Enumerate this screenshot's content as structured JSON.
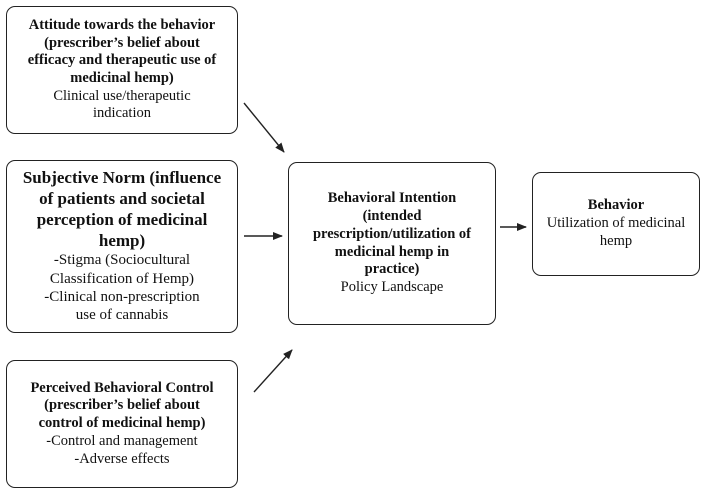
{
  "attitude": {
    "title_lines": [
      "Attitude towards the behavior",
      "(prescriber’s belief about",
      "efficacy and therapeutic use of",
      "medicinal hemp)"
    ],
    "body_lines": [
      "Clinical use/therapeutic",
      "indication"
    ]
  },
  "norm": {
    "title_lines": [
      "Subjective Norm (influence",
      "of patients and societal",
      "perception of medicinal",
      "hemp)"
    ],
    "body_lines": [
      "-Stigma (Sociocultural",
      "Classification of Hemp)",
      "-Clinical non-prescription",
      "use of cannabis"
    ]
  },
  "control": {
    "title_lines": [
      "Perceived Behavioral Control",
      "(prescriber’s belief about",
      "control of medicinal hemp)"
    ],
    "body_lines": [
      "-Control and management",
      "-Adverse effects"
    ]
  },
  "intention": {
    "title_lines": [
      "Behavioral Intention",
      "(intended",
      "prescription/utilization of",
      "medicinal hemp in",
      "practice)"
    ],
    "body_lines": [
      "Policy Landscape"
    ]
  },
  "behavior": {
    "title_lines": [
      "Behavior"
    ],
    "body_lines": [
      "Utilization of medicinal",
      "hemp"
    ]
  }
}
